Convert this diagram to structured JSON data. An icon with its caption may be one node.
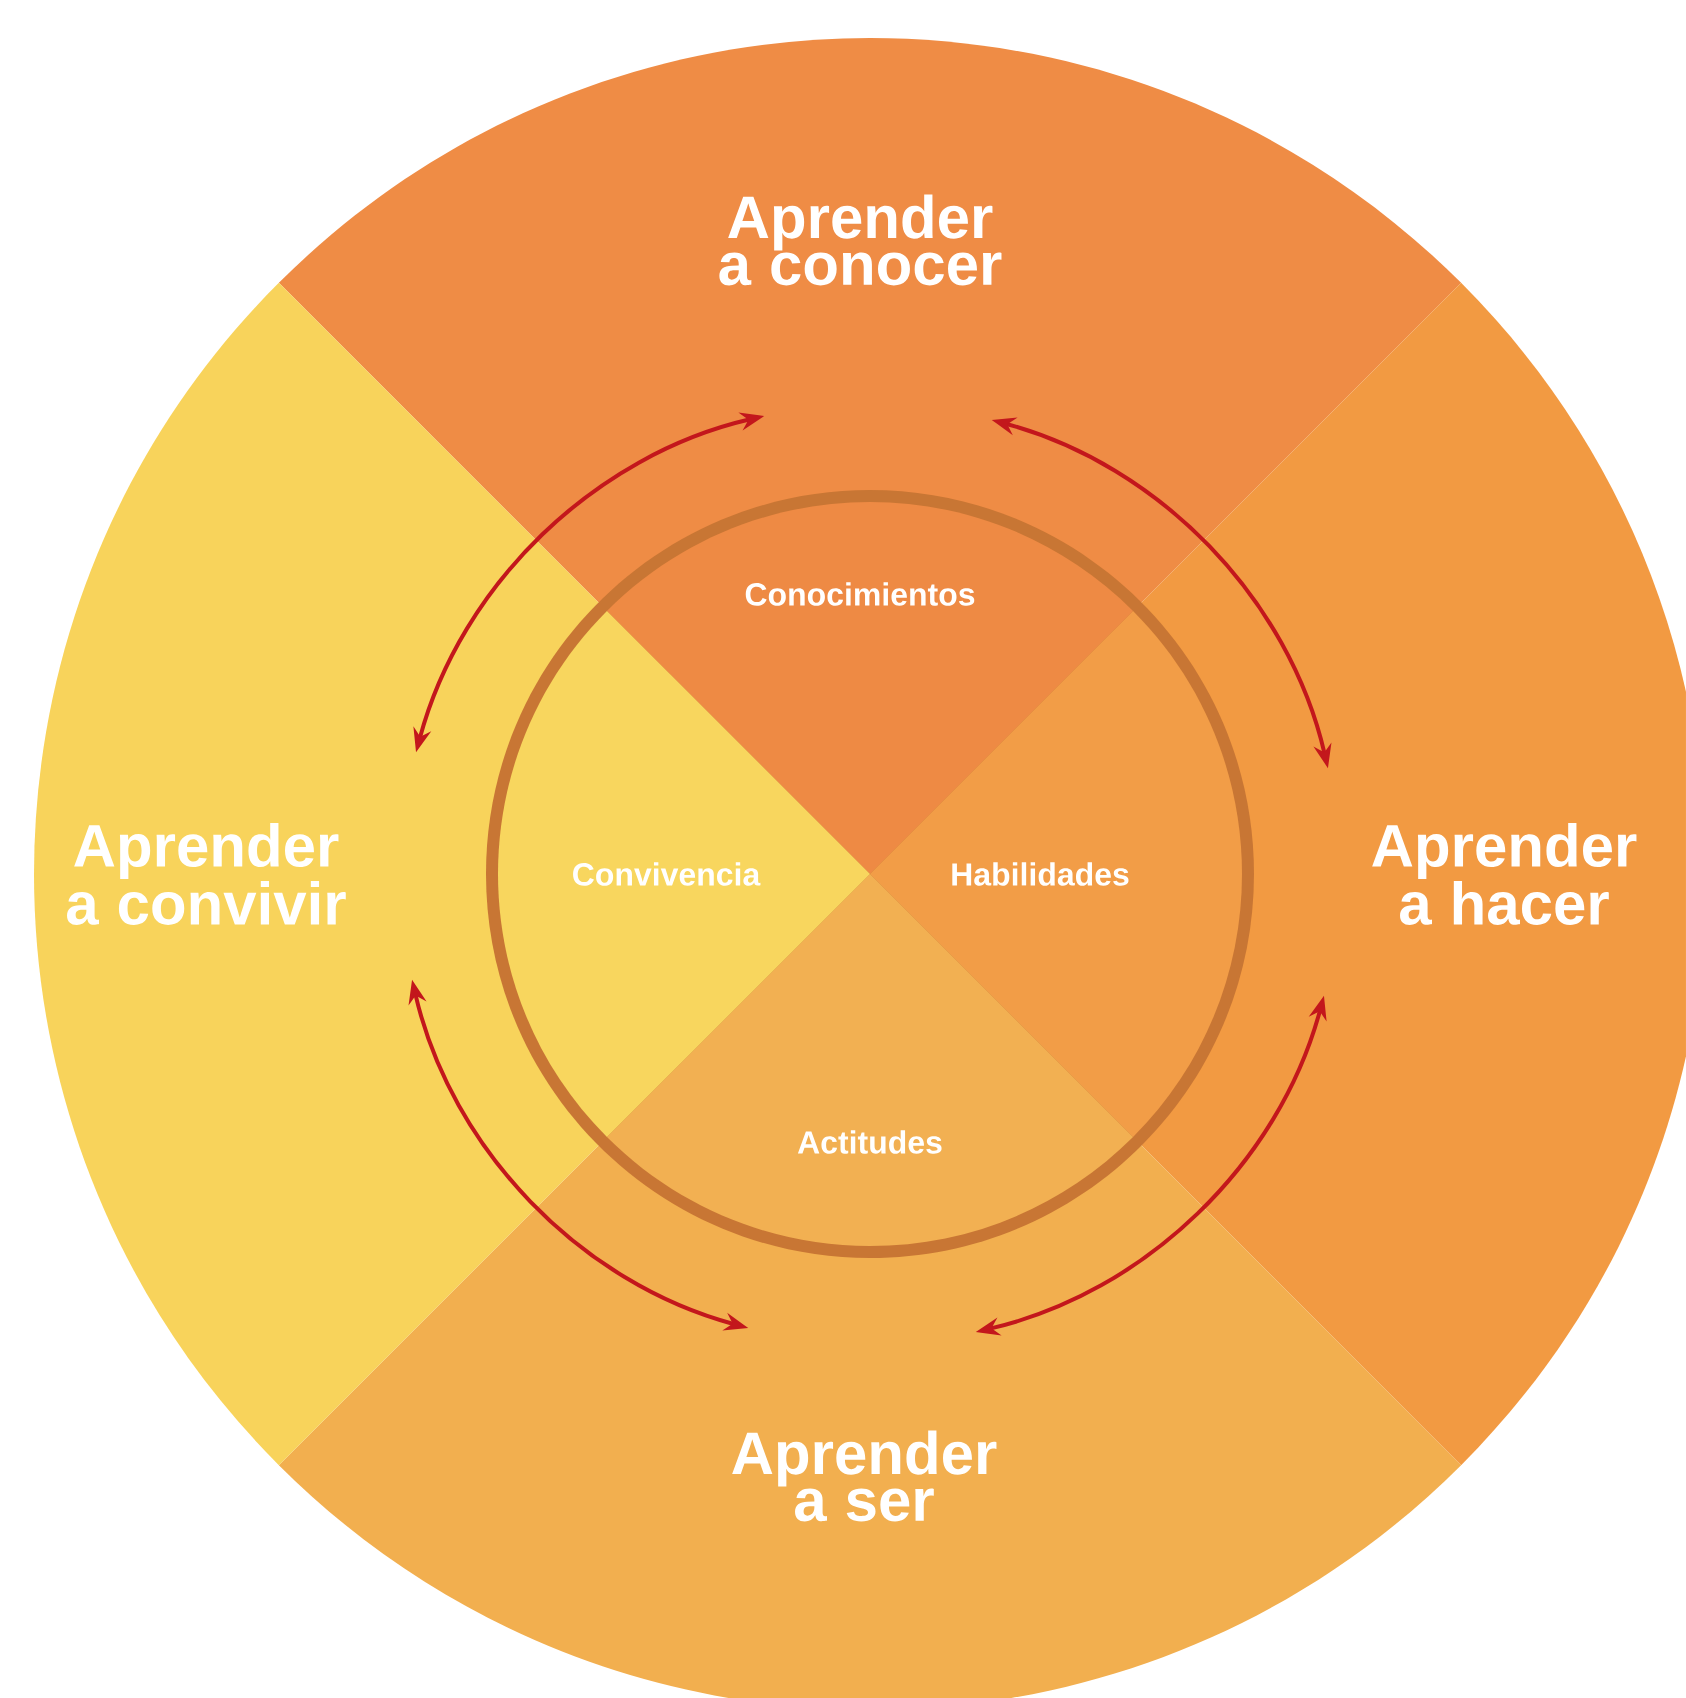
{
  "diagram": {
    "nodes": [
      {
        "text": [
          "Aprender a conocer"
        ]
      },
      {
        "text": [
          "Aprender a hacer"
        ]
      },
      {
        "text": [
          "Aprender a ser"
        ]
      },
      {
        "text": [
          "Aprender a convivir"
        ]
      },
      {
        "text": [
          "Conocimientos"
        ]
      },
      {
        "text": [
          "Habilidades"
        ]
      },
      {
        "text": [
          "Actitudes"
        ]
      },
      {
        "text": [
          "Convivencia"
        ]
      }
    ]
  }
}
